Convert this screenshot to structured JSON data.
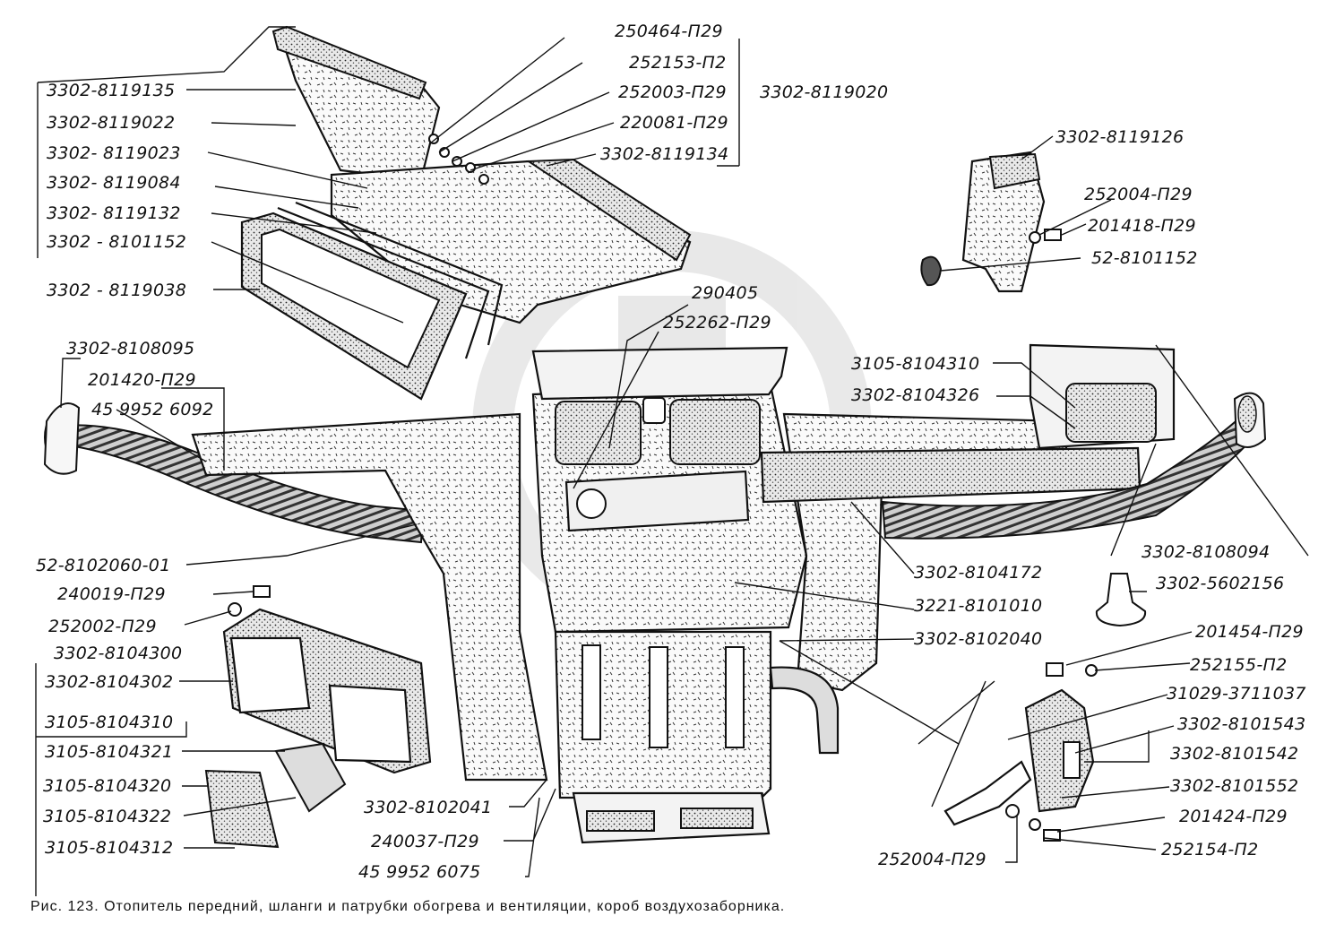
{
  "caption": "Рис. 123. Отопитель передний, шланги и патрубки обогрева и вентиляции, короб воздухозаборника.",
  "watermark": "ld",
  "labels": [
    {
      "id": "l01",
      "text": "250464-П29"
    },
    {
      "id": "l02",
      "text": "252153-П2"
    },
    {
      "id": "l03",
      "text": "252003-П29"
    },
    {
      "id": "l04",
      "text": "3302-8119020"
    },
    {
      "id": "l05",
      "text": "220081-П29"
    },
    {
      "id": "l06",
      "text": "3302-8119134"
    },
    {
      "id": "l07",
      "text": "3302-8119135"
    },
    {
      "id": "l08",
      "text": "3302-8119022"
    },
    {
      "id": "l09",
      "text": "3302- 8119023"
    },
    {
      "id": "l10",
      "text": "3302- 8119084"
    },
    {
      "id": "l11",
      "text": "3302- 8119132"
    },
    {
      "id": "l12",
      "text": "3302 - 8101152"
    },
    {
      "id": "l13",
      "text": "3302 - 8119038"
    },
    {
      "id": "l14",
      "text": "3302-8119126"
    },
    {
      "id": "l15",
      "text": "252004-П29"
    },
    {
      "id": "l16",
      "text": "201418-П29"
    },
    {
      "id": "l17",
      "text": "52-8101152"
    },
    {
      "id": "l18",
      "text": "290405"
    },
    {
      "id": "l19",
      "text": "252262-П29"
    },
    {
      "id": "l20",
      "text": "3302-8108095"
    },
    {
      "id": "l21",
      "text": "201420-П29"
    },
    {
      "id": "l22",
      "text": "45 9952 6092"
    },
    {
      "id": "l23",
      "text": "3105-8104310"
    },
    {
      "id": "l24",
      "text": "3302-8104326"
    },
    {
      "id": "l25",
      "text": "52-8102060-01"
    },
    {
      "id": "l26",
      "text": "3302-8104172"
    },
    {
      "id": "l27",
      "text": "3302-8108094"
    },
    {
      "id": "l28",
      "text": "240019-П29"
    },
    {
      "id": "l29",
      "text": "3302-5602156"
    },
    {
      "id": "l30",
      "text": "3221-8101010"
    },
    {
      "id": "l31",
      "text": "252002-П29"
    },
    {
      "id": "l32",
      "text": "201454-П29"
    },
    {
      "id": "l33",
      "text": "3302-8104300"
    },
    {
      "id": "l34",
      "text": "3302-8102040"
    },
    {
      "id": "l35",
      "text": "252155-П2"
    },
    {
      "id": "l36",
      "text": "3302-8104302"
    },
    {
      "id": "l37",
      "text": "31029-3711037"
    },
    {
      "id": "l38",
      "text": "3105-8104310"
    },
    {
      "id": "l39",
      "text": "3302-8101543"
    },
    {
      "id": "l40",
      "text": "3105-8104321"
    },
    {
      "id": "l41",
      "text": "3302-8101542"
    },
    {
      "id": "l42",
      "text": "3105-8104320"
    },
    {
      "id": "l43",
      "text": "3302-8101552"
    },
    {
      "id": "l44",
      "text": "3105-8104322"
    },
    {
      "id": "l45",
      "text": "3302-8102041"
    },
    {
      "id": "l46",
      "text": "201424-П29"
    },
    {
      "id": "l47",
      "text": "3105-8104312"
    },
    {
      "id": "l48",
      "text": "240037-П29"
    },
    {
      "id": "l49",
      "text": "252154-П2"
    },
    {
      "id": "l50",
      "text": "45 9952 6075"
    },
    {
      "id": "l51",
      "text": "252004-П29"
    }
  ]
}
